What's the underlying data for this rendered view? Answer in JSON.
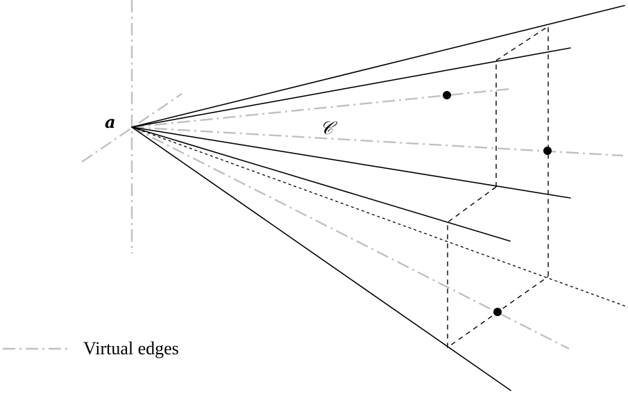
{
  "labels": {
    "vertex": "a",
    "cone": "𝒞"
  },
  "legend": {
    "virtual_edges": "Virtual edges"
  },
  "colors": {
    "virtual_edge": "#c0c0c0",
    "edge": "#000000",
    "point": "#000000"
  }
}
